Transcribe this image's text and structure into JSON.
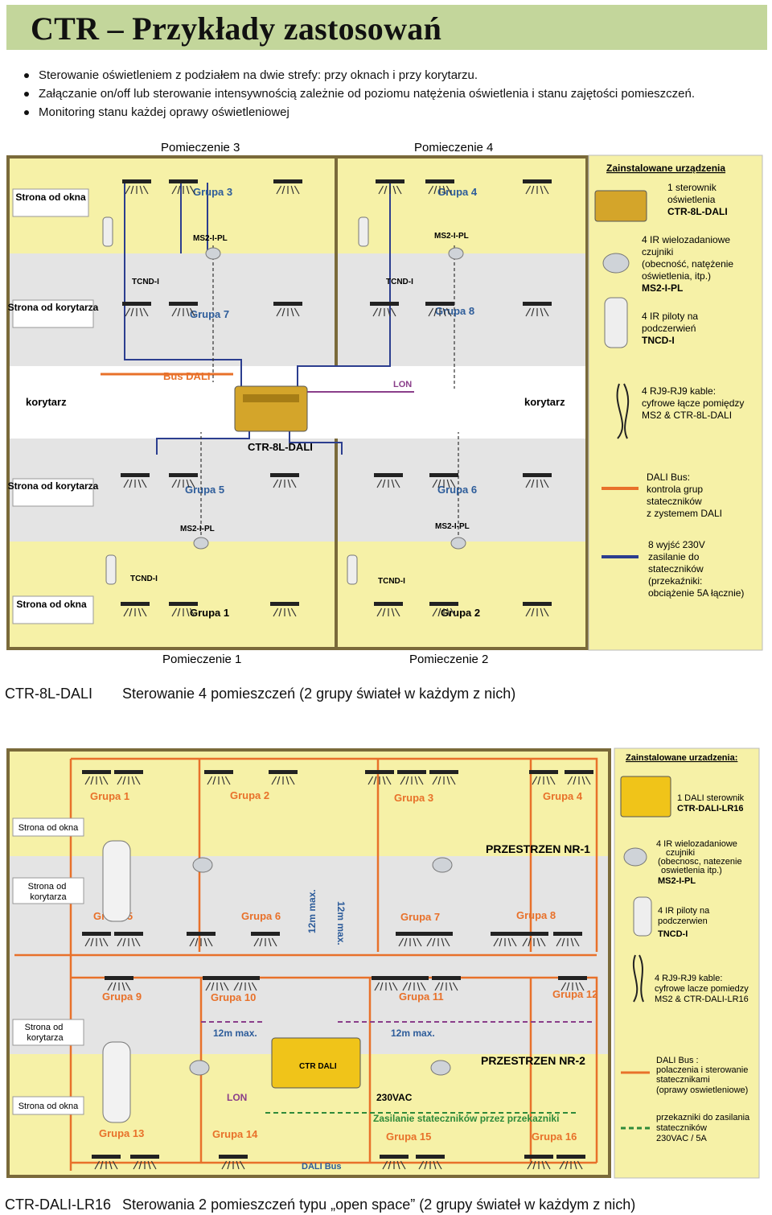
{
  "title": "CTR – Przykłady zastosowań",
  "bullets": [
    "Sterowanie oświetleniem z podziałem na dwie strefy: przy oknach i przy korytarzu.",
    "Załączanie on/off lub sterowanie intensywnością zależnie od poziomu natężenia oświetlenia i stanu zajętości pomieszczeń.",
    "Monitoring stanu każdej oprawy oświetleniowej"
  ],
  "figure1": {
    "rooms": {
      "r3": "Pomieczenie 3",
      "r4": "Pomieczenie 4",
      "r1": "Pomieczenie 1",
      "r2": "Pomieczenie 2"
    },
    "groups": {
      "g1": "Grupa 1",
      "g2": "Grupa 2",
      "g3": "Grupa 3",
      "g4": "Grupa 4",
      "g5": "Grupa 5",
      "g6": "Grupa 6",
      "g7": "Grupa 7",
      "g8": "Grupa 8"
    },
    "zone_window": "Strona od okna",
    "zone_corridor": "Strona od korytarza",
    "corridor": "korytarz",
    "sensor": "MS2-I-PL",
    "remote": "TCND-I",
    "bus_dali": "Bus DALI",
    "lon": "LON",
    "controller": "CTR-8L-DALI",
    "legend": {
      "header": "Zainstalowane urządzenia",
      "controller": [
        "1 sterownik",
        "oświetlenia",
        "CTR-8L-DALI"
      ],
      "sensors": [
        "4 IR wielozadaniowe",
        "czujniki",
        "(obecność, natężenie",
        "oświetlenia, itp.)",
        "MS2-I-PL"
      ],
      "remotes": [
        "4 IR piloty na",
        "podczerwień",
        "TNCD-I"
      ],
      "cables": [
        "4 RJ9-RJ9 kable:",
        "cyfrowe łącze pomiędzy",
        "MS2 & CTR-8L-DALI"
      ],
      "dali": [
        "DALI Bus:",
        "kontrola grup",
        "stateczników",
        "z zystemem DALI"
      ],
      "outputs": [
        "8 wyjść 230V",
        "zasilanie do",
        "stateczników",
        "(przekaźniki:",
        "obciążenie 5A łącznie)"
      ]
    },
    "colors": {
      "room": "#f6f1a7",
      "corridor": "#e4e4e4",
      "dali": "#e8712a",
      "relay": "#2c3e8f",
      "lon": "#8a3e8a"
    }
  },
  "caption1": {
    "code": "CTR-8L-DALI",
    "text": "Sterowanie 4 pomieszczeń (2 grupy świateł w każdym z nich)"
  },
  "figure2": {
    "groups": [
      "Grupa 1",
      "Grupa 2",
      "Grupa 3",
      "Grupa 4",
      "Grupa 5",
      "Grupa 6",
      "Grupa 7",
      "Grupa 8",
      "Grupa 9",
      "Grupa 10",
      "Grupa 11",
      "Grupa 12",
      "Grupa 13",
      "Grupa 14",
      "Grupa 15",
      "Grupa 16"
    ],
    "zone_window": "Strona od okna",
    "zone_corridor": [
      "Strona od",
      "korytarza"
    ],
    "space1": "PRZESTRZEN NR-1",
    "space2": "PRZESTRZEN NR-2",
    "dist": "12m max.",
    "controller": "CTR DALI",
    "lon": "LON",
    "vac": "230VAC",
    "relay_supply": "Zasilanie stateczników przez przekazniki",
    "dali_bus": "DALI Bus",
    "legend": {
      "header": "Zainstalowane urzadzenia:",
      "controller": [
        "1 DALI sterownik",
        "CTR-DALI-LR16"
      ],
      "sensors": [
        "4 IR wielozadaniowe",
        "czujniki",
        "(obecnosc, natezenie",
        "oswietlenia itp.)",
        "MS2-I-PL"
      ],
      "remotes": [
        "4 IR piloty na",
        "podczerwien",
        "TNCD-I"
      ],
      "cables": [
        "4 RJ9-RJ9 kable:",
        "cyfrowe lacze pomiedzy",
        "MS2 & CTR-DALI-LR16"
      ],
      "dali": [
        "DALI Bus :",
        "polaczenia i sterowanie",
        "statecznikami",
        "(oprawy oswietleniowe)"
      ],
      "relays": [
        "przekazniki do zasilania",
        "stateczników",
        "230VAC / 5A"
      ]
    },
    "colors": {
      "room": "#f6f1a7",
      "corridor": "#e4e4e4",
      "dali": "#e8712a",
      "relay": "#2f8a3a",
      "lon": "#8a3e8a"
    }
  },
  "caption2": {
    "code": "CTR-DALI-LR16",
    "text": "Sterowania 2 pomieszczeń typu „open space” (2 grupy świateł w każdym z nich)"
  }
}
